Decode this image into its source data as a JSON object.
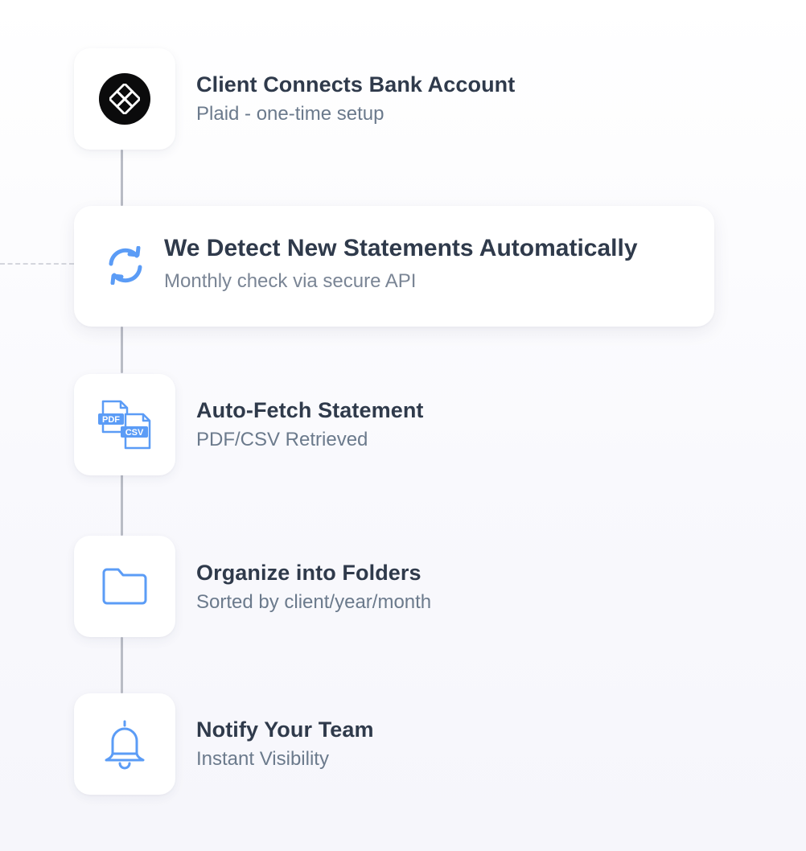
{
  "steps": [
    {
      "title": "Client Connects Bank Account",
      "subtitle": "Plaid - one-time setup",
      "icon": "plaid-logo"
    },
    {
      "title": "We Detect New Statements Automatically",
      "subtitle": "Monthly check via secure API",
      "icon": "sync-icon"
    },
    {
      "title": "Auto-Fetch Statement",
      "subtitle": "PDF/CSV Retrieved",
      "icon": "pdf-csv-icon",
      "file_labels": [
        "PDF",
        "CSV"
      ]
    },
    {
      "title": "Organize into Folders",
      "subtitle": "Sorted by client/year/month",
      "icon": "folder-icon"
    },
    {
      "title": "Notify Your Team",
      "subtitle": "Instant Visibility",
      "icon": "bell-icon"
    }
  ],
  "colors": {
    "accent": "#5b9cf6",
    "title": "#2f3a4b",
    "subtitle": "#6b7a8c",
    "connector": "#b9bcc5"
  }
}
